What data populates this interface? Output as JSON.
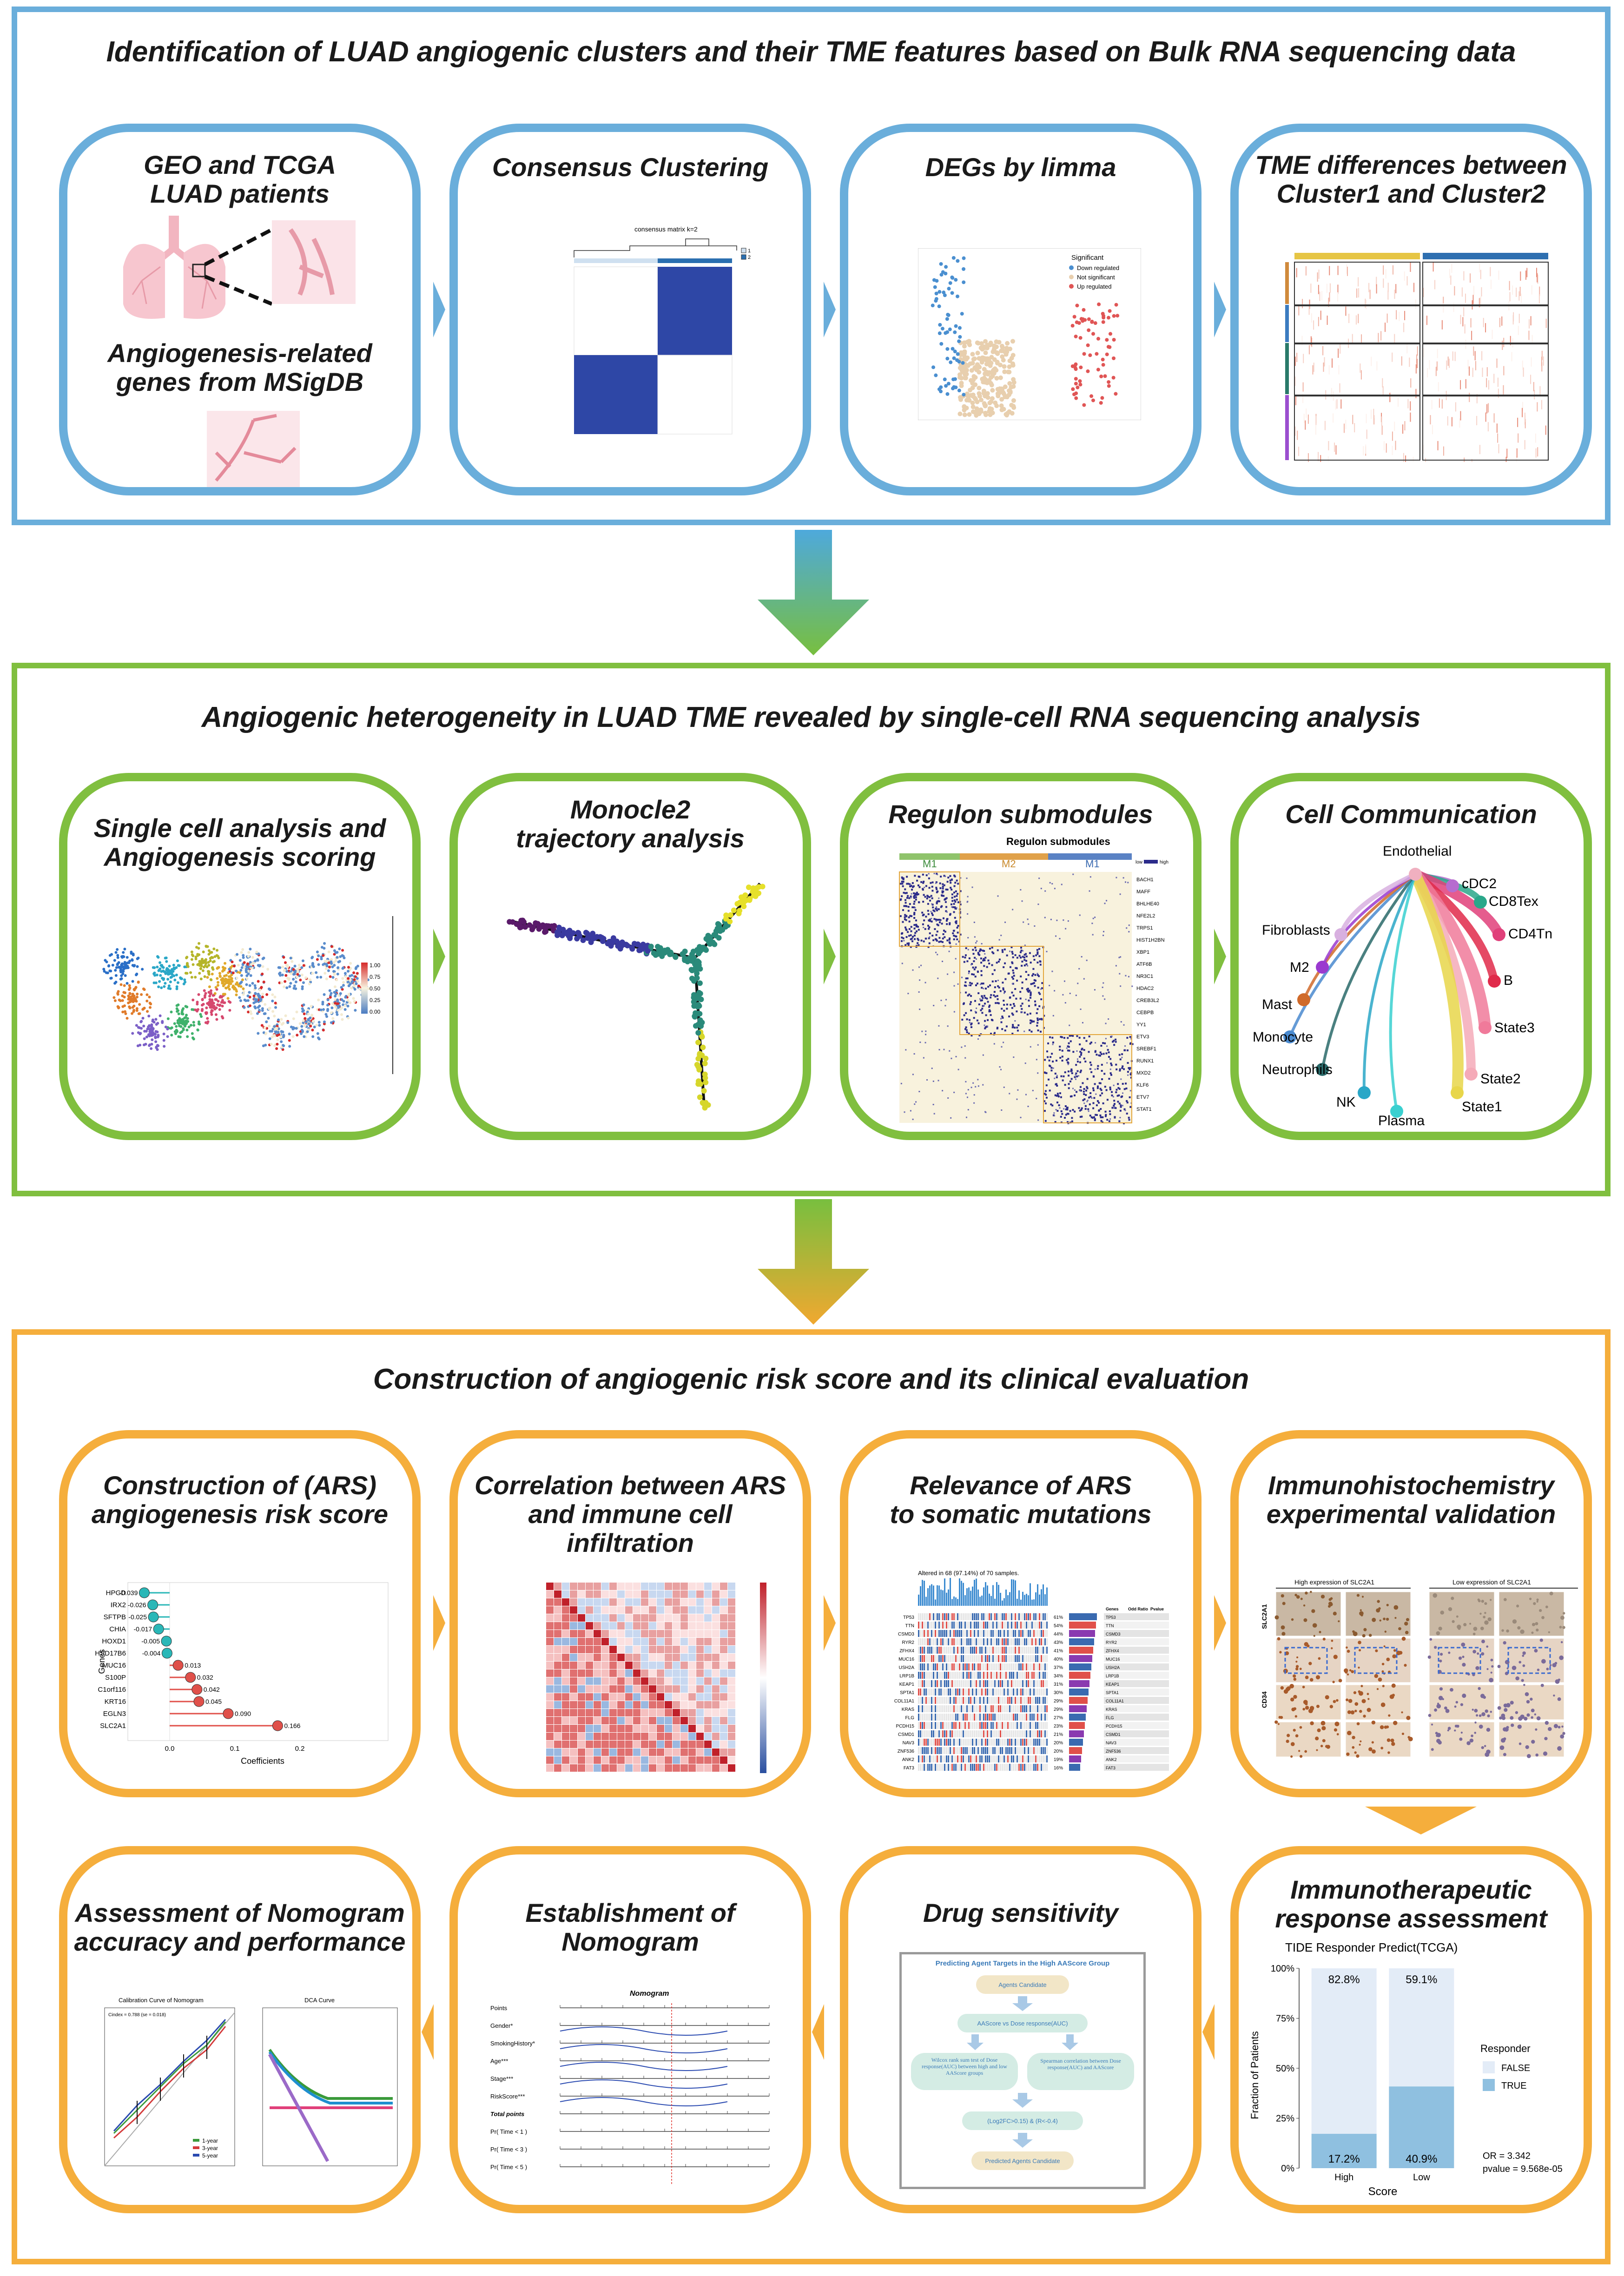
{
  "section1": {
    "title": "Identification of LUAD angiogenic clusters and their TME features based on Bulk RNA sequencing data",
    "cards": [
      {
        "title_a": "GEO and TCGA",
        "title_b": "LUAD patients",
        "title_c": "Angiogenesis-related",
        "title_d": "genes from MSigDB"
      },
      {
        "title": "Consensus Clustering",
        "matrix_label": "consensus matrix k=2",
        "legend": [
          "1",
          "2"
        ]
      },
      {
        "title": "DEGs by limma",
        "legend_title": "Significant",
        "legend": [
          "Down regulated",
          "Not significant",
          "Up regulated"
        ]
      },
      {
        "title_a": "TME differences between",
        "title_b": "Cluster1 and Cluster2"
      }
    ]
  },
  "section2": {
    "title": "Angiogenic heterogeneity in LUAD TME revealed by single-cell RNA sequencing analysis",
    "cards": [
      {
        "title_a": "Single cell analysis and",
        "title_b": "Angiogenesis scoring",
        "scale_ticks": [
          "1.00",
          "0.75",
          "0.50",
          "0.25",
          "0.00"
        ]
      },
      {
        "title_a": "Monocle2",
        "title_b": "trajectory analysis"
      },
      {
        "title": "Regulon submodules",
        "heatmap_title": "Regulon submodules",
        "modules": [
          "M1",
          "M2",
          "M1"
        ],
        "scale": [
          "low",
          "high"
        ],
        "genes": [
          "BACH1",
          "MAFF",
          "BHLHE40",
          "NFE2L2",
          "TRPS1",
          "HIST1H2BN",
          "XBP1",
          "ATF6B",
          "NR3C1",
          "HDAC2",
          "CREB3L2",
          "CEBPB",
          "YY1",
          "ETV3",
          "SREBF1",
          "RUNX1",
          "MXD2",
          "KLF6",
          "ETV7",
          "STAT1"
        ]
      },
      {
        "title": "Cell Communication",
        "nodes": [
          "Endothelial",
          "cDC2",
          "CD8Tex",
          "CD4Tn",
          "B",
          "State3",
          "State2",
          "State1",
          "Plasma",
          "NK",
          "Neutrophils",
          "Monocyte",
          "Mast",
          "M2",
          "Fibroblasts"
        ]
      }
    ]
  },
  "section3": {
    "title": "Construction of angiogenic risk score and its clinical evaluation",
    "cards": [
      {
        "title_a": "Construction of (ARS)",
        "title_b": "angiogenesis risk score",
        "genes": [
          "HPGD",
          "IRX2",
          "SFTPB",
          "CHIA",
          "HOXD1",
          "HSD17B6",
          "MUC16",
          "S100P",
          "C1orf116",
          "KRT16",
          "EGLN3",
          "SLC2A1"
        ],
        "value_labels": [
          "-0.039",
          "-0.026",
          "-0.025",
          "-0.017",
          "-0.005",
          "-0.004",
          "0.013",
          "0.032",
          "0.042",
          "0.045",
          "0.090",
          "0.166"
        ],
        "ylabel": "Genes",
        "xlabel": "Coefficients",
        "xticks": [
          "0.0",
          "0.1",
          "0.2"
        ]
      },
      {
        "title_a": "Correlation between ARS",
        "title_b": "and immune cell infiltration"
      },
      {
        "title_a": "Relevance of ARS",
        "title_b": "to somatic mutations",
        "header": "Altered in 68 (97.14%) of 70 samples.",
        "genes": [
          "TP53",
          "TTN",
          "CSMD3",
          "RYR2",
          "ZFHX4",
          "MUC16",
          "USH2A",
          "LRP1B",
          "KEAP1",
          "SPTA1",
          "COL11A1",
          "KRAS",
          "FLG",
          "PCDH15",
          "CSMD1",
          "NAV3",
          "ZNF536",
          "ANK2",
          "FAT3"
        ],
        "pcts": [
          "61%",
          "54%",
          "44%",
          "43%",
          "41%",
          "40%",
          "37%",
          "34%",
          "31%",
          "30%",
          "29%",
          "29%",
          "27%",
          "23%",
          "21%",
          "20%",
          "20%",
          "19%",
          "16%"
        ],
        "table_headers": [
          "Genes",
          "Odd Ratio",
          "Pvalue"
        ]
      },
      {
        "title_a": "Immunohistochemistry",
        "title_b": "experimental validation",
        "high_label": "High expression of SLC2A1",
        "low_label": "Low expression of SLC2A1",
        "row_labels": [
          "SLC2A1",
          "CD34"
        ]
      },
      {
        "title_a": "Assessment of Nomogram",
        "title_b": "accuracy and performance",
        "cal_title": "Calibration Curve of Nomogram",
        "cindex": "Cindex = 0.788 (se = 0.018)",
        "dca_title": "DCA Curve",
        "legend": [
          "1-year",
          "3-year",
          "5-year"
        ]
      },
      {
        "title_a": "Establishment of",
        "title_b": "Nomogram",
        "nomo_title": "Nomogram",
        "rows": [
          "Points",
          "Gender*",
          "SmokingHistory*",
          "Age***",
          "Stage***",
          "RiskScore***",
          "Total points",
          "Pr( Time < 1 )",
          "Pr( Time < 3 )",
          "Pr( Time < 5 )"
        ]
      },
      {
        "title": "Drug sensitivity",
        "flow_title": "Predicting Agent Targets in the High AAScore Group",
        "steps": [
          "Agents Candidate",
          "AAScore vs Dose response(AUC)",
          "Wilcox rank sum test of Dose response(AUC) between high and low AAScore groups",
          "Spearman correlation between Dose response(AUC) and AAScore",
          "(Log2FC>0.15) & (R<-0.4)",
          "Predicted Agents Candidate"
        ]
      },
      {
        "title_a": "Immunotherapeutic",
        "title_b": "response assessment",
        "chart_title": "TIDE Responder Predict(TCGA)"
      }
    ]
  },
  "chart_data": {
    "type": "bar",
    "title": "TIDE Responder Predict(TCGA)",
    "categories": [
      "High",
      "Low"
    ],
    "series": [
      {
        "name": "FALSE",
        "values": [
          82.8,
          59.1
        ]
      },
      {
        "name": "TRUE",
        "values": [
          17.2,
          40.9
        ]
      }
    ],
    "value_labels": {
      "FALSE": [
        "82.8%",
        "59.1%"
      ],
      "TRUE": [
        "17.2%",
        "40.9%"
      ]
    },
    "xlabel": "Score",
    "ylabel": "Fraction of Patients",
    "yticks": [
      "0%",
      "25%",
      "50%",
      "75%",
      "100%"
    ],
    "ylim": [
      0,
      100
    ],
    "legend_title": "Responder",
    "legend_position": "right",
    "annotations": [
      "OR = 3.342",
      "pvalue = 9.568e-05"
    ],
    "colors": {
      "FALSE": "#e3ecf7",
      "TRUE": "#8fc0e0"
    }
  }
}
